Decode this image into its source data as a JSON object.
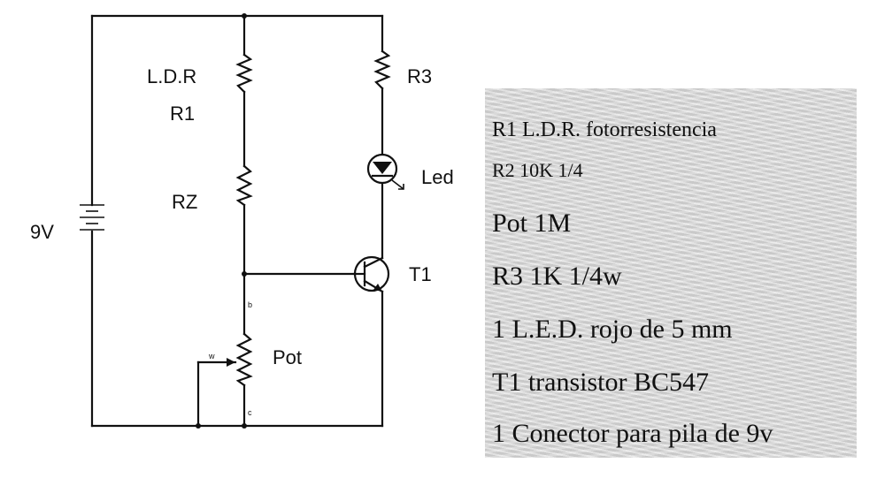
{
  "labels": {
    "battery": "9V",
    "ldr_line1": "L.D.R",
    "ldr_line2": "R1",
    "r2": "RZ",
    "r3": "R3",
    "led": "Led",
    "t1": "T1",
    "pot": "Pot",
    "pot_term_top": "b",
    "pot_term_wiper": "w",
    "pot_term_bottom": "c"
  },
  "parts_list": [
    "R1 L.D.R. fotorresistencia",
    "R2 10K 1/4",
    "Pot 1M",
    "R3 1K 1/4w",
    "1 L.E.D. rojo de 5 mm",
    "T1 transistor BC547",
    "1 Conector para pila de 9v"
  ]
}
